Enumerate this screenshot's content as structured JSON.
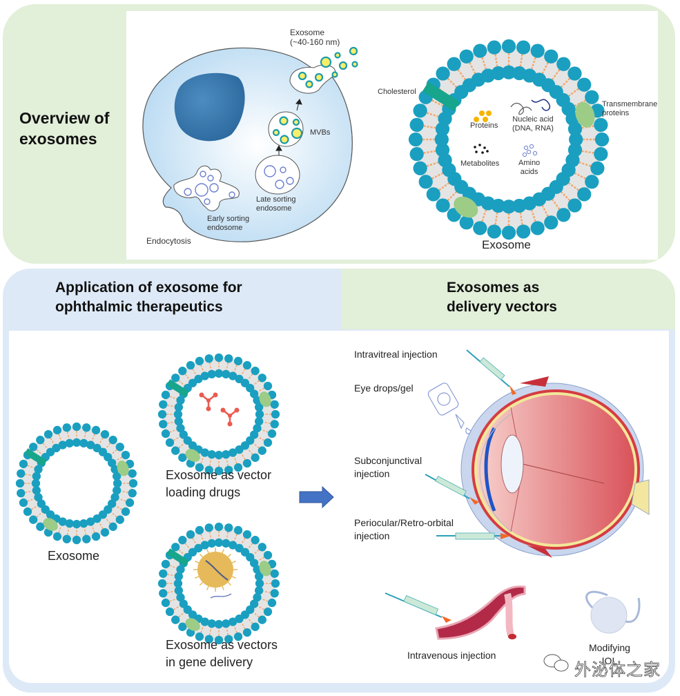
{
  "overview": {
    "title_line1": "Overview of",
    "title_line2": "exosomes",
    "biogenesis": {
      "exosome_label": "Exosome",
      "exosome_size": "(~40-160 nm)",
      "mvbs": "MVBs",
      "late_sorting_1": "Late sorting",
      "late_sorting_2": "endosome",
      "early_sorting_1": "Early sorting",
      "early_sorting_2": "endosome",
      "endocytosis": "Endocytosis"
    },
    "structure": {
      "cholesterol": "Cholesterol",
      "transmembrane_1": "Transmembrane",
      "transmembrane_2": "proteins",
      "proteins": "Proteins",
      "nucleic_1": "Nucleic acid",
      "nucleic_2": "(DNA, RNA)",
      "metabolites": "Metabolites",
      "amino_1": "Amino",
      "amino_2": "acids",
      "caption": "Exosome"
    }
  },
  "application": {
    "header_line1": "Application of exosome for",
    "header_line2": "ophthalmic therapeutics",
    "exosome_caption": "Exosome",
    "drugs_line1": "Exosome as vector",
    "drugs_line2": "loading drugs",
    "gene_line1": "Exosome as vectors",
    "gene_line2": "in gene delivery"
  },
  "delivery": {
    "header_line1": "Exosomes as",
    "header_line2": "delivery vectors",
    "intravitreal": "Intravitreal injection",
    "eye_drops": "Eye drops/gel",
    "subconj_1": "Subconjunctival",
    "subconj_2": "injection",
    "periocular_1": "Periocular/Retro-orbital",
    "periocular_2": "injection",
    "intravenous": "Intravenous injection",
    "iol_1": "Modifying",
    "iol_2": "IOL"
  },
  "watermark": "外泌体之家",
  "colors": {
    "green_panel": "#e2efd9",
    "blue_panel": "#dde9f6",
    "lipid_head": "#1a9fc0",
    "lipid_tail": "#f0a66a",
    "membrane_protein": "#9ccc86",
    "cholesterol": "#17a58c",
    "arrow": "#4472c4"
  }
}
